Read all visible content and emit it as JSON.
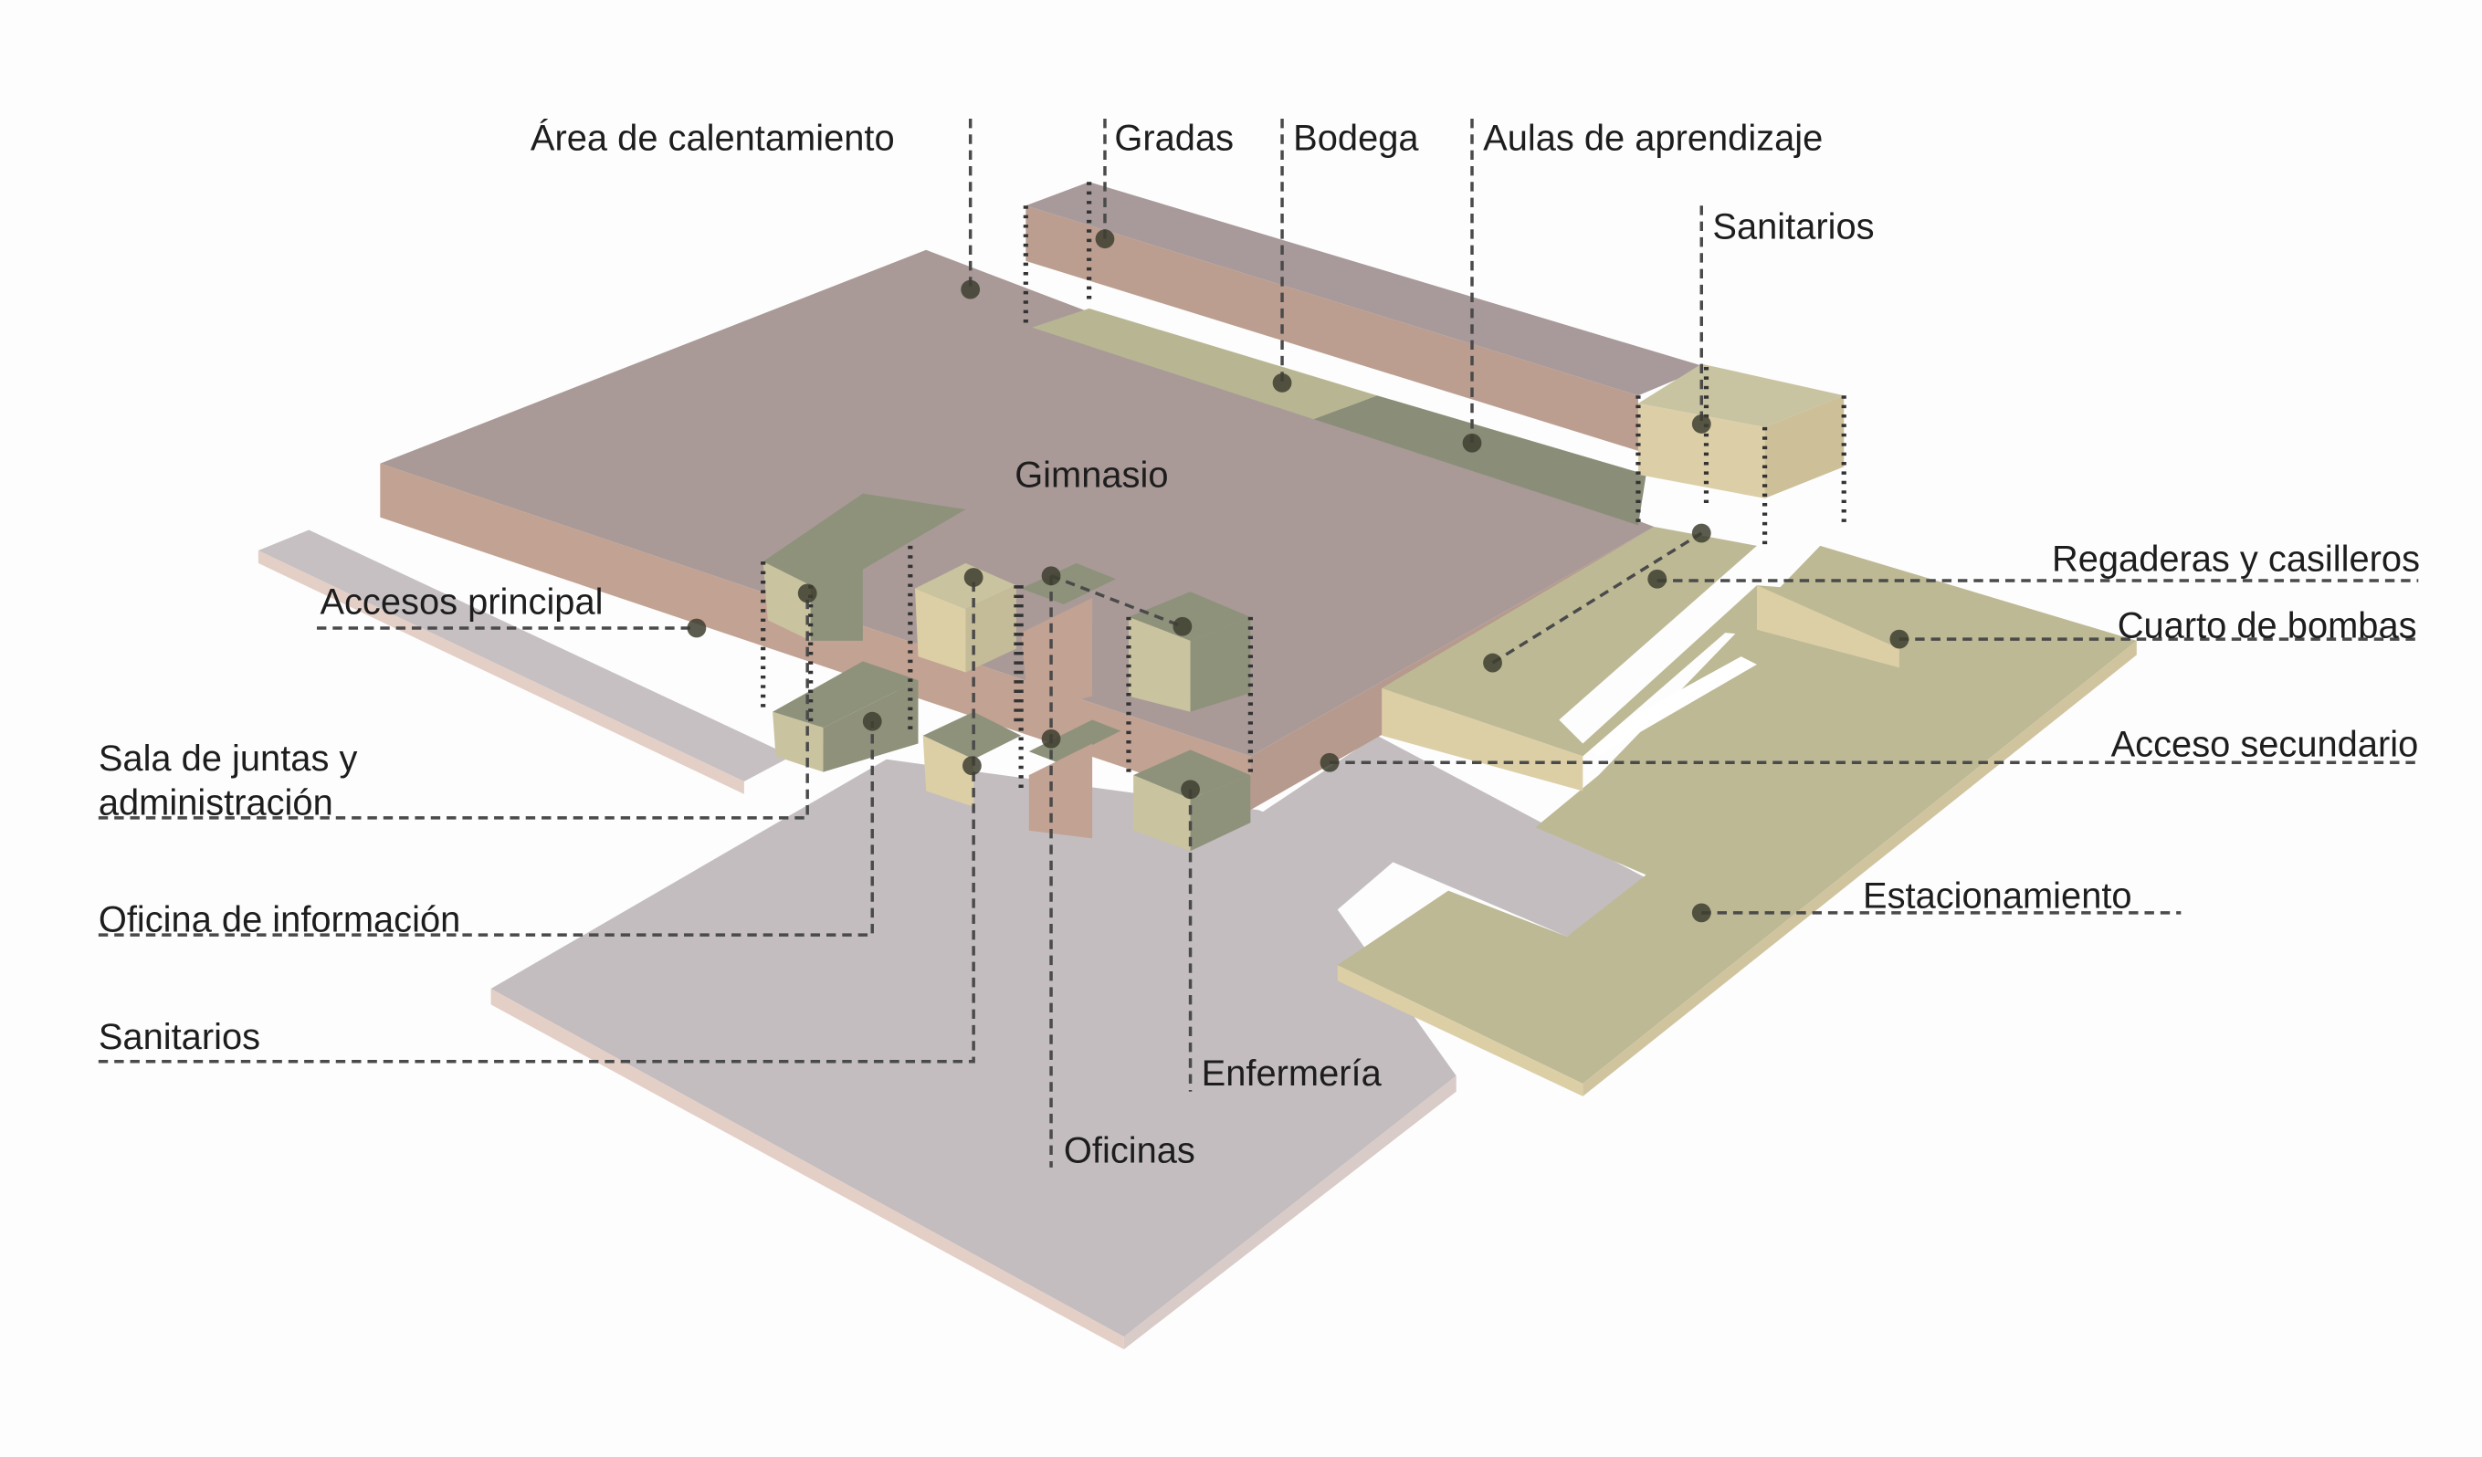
{
  "title": "Diagrama de zonificación",
  "labels": {
    "area_calentamiento": "Área de calentamiento",
    "gradas": "Gradas",
    "bodega": "Bodega",
    "aulas": "Aulas de aprendizaje",
    "sanitarios_top": "Sanitarios",
    "gimnasio": "Gimnasio",
    "regaderas": "Regaderas y casilleros",
    "cuarto_bombas": "Cuarto de bombas",
    "acceso_secundario": "Acceso secundario",
    "estacionamiento": "Estacionamiento",
    "accesos_principal": "Accesos principal",
    "sala_juntas_1": "Sala de juntas y",
    "sala_juntas_2": "administración",
    "oficina_info": "Oficina de información",
    "sanitarios_bottom": "Sanitarios",
    "enfermeria": "Enfermería",
    "oficinas": "Oficinas"
  },
  "colors": {
    "gym_top": "#a99a98",
    "gym_side": "#c2a292",
    "plaza_top": "#c3bdbf",
    "plaza_side": "#e3cfc6",
    "olive_dark": "#8c907a",
    "khaki_top": "#bdb995",
    "khaki_side": "#dccfa6"
  }
}
